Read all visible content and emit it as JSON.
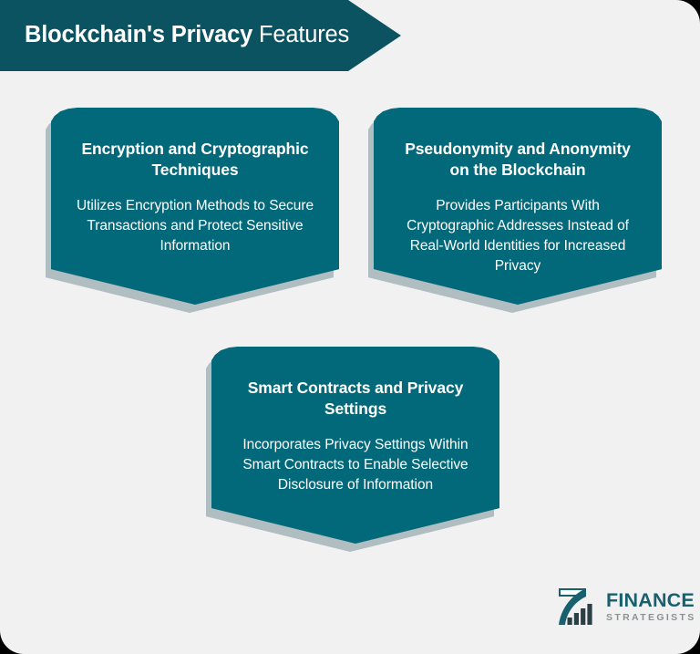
{
  "header": {
    "title_bold": "Blockchain's Privacy",
    "title_regular": " Features"
  },
  "colors": {
    "page_background": "#000000",
    "card_surface": "#f1f1f1",
    "banner_teal": "#0b5361",
    "card_teal": "#02697a",
    "card_shadow_gray": "#b0bdc1",
    "text_white": "#ffffff",
    "logo_teal": "#18606e",
    "logo_gray": "#8a9296"
  },
  "cards": [
    {
      "title": "Encryption and Cryptographic Techniques",
      "description": "Utilizes Encryption Methods to Secure Transactions and Protect Sensitive Information"
    },
    {
      "title": "Pseudonymity and Anonymity on the Blockchain",
      "description": "Provides Participants With Cryptographic Addresses Instead of Real-World Identities for Increased Privacy"
    },
    {
      "title": "Smart Contracts and Privacy Settings",
      "description": "Incorporates Privacy Settings Within Smart Contracts to Enable Selective Disclosure of Information"
    }
  ],
  "logo": {
    "icon": "finance-strategists-bridge-chart-icon",
    "word_primary": "FINANCE",
    "word_secondary": "STRATEGISTS"
  }
}
